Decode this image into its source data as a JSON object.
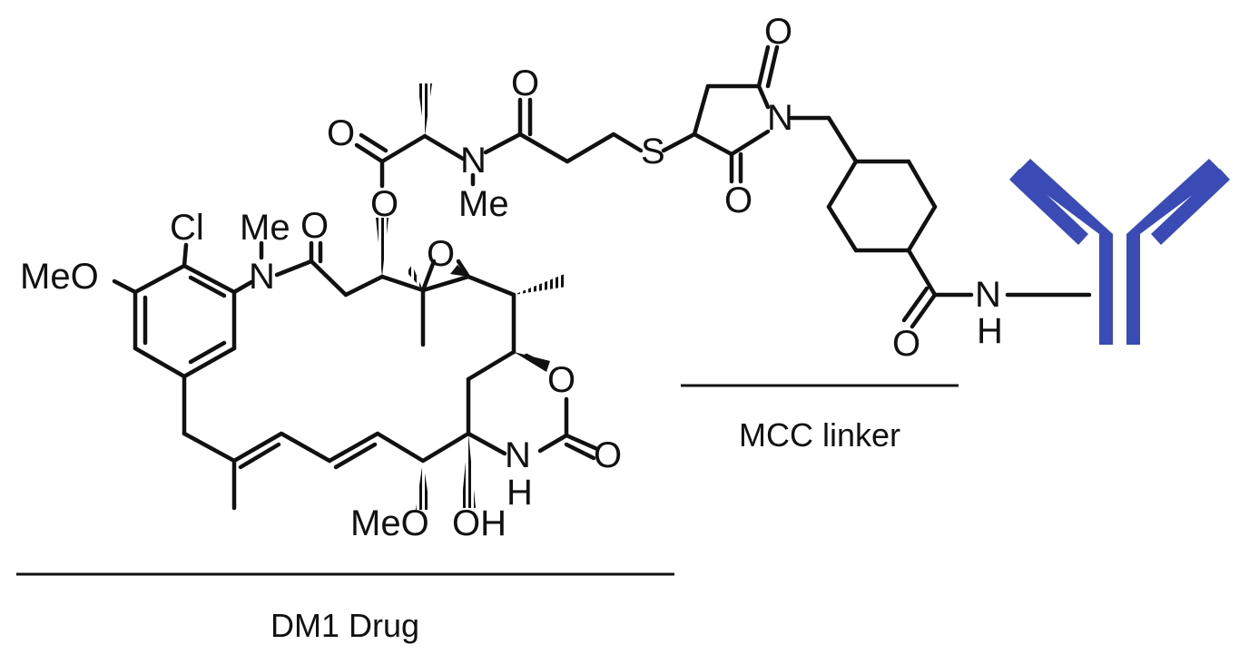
{
  "labels": {
    "drug": "DM1 Drug",
    "linker": "MCC linker"
  },
  "atoms": {
    "cl": "Cl",
    "meo_aryl": "MeO",
    "n_amide": "N",
    "me_amide": "Me",
    "o_amide": "O",
    "o_ester_carbonyl": "O",
    "o_ester": "O",
    "n_methyl": "N",
    "me_n": "Me",
    "o_propanoyl": "O",
    "s": "S",
    "o_succ_top": "O",
    "n_succ": "N",
    "o_succ_bottom": "O",
    "o_epoxide": "O",
    "o_carbamate_ring": "O",
    "o_carbamate": "O",
    "nh_n": "N",
    "nh_h": "H",
    "meo_lower": "MeO",
    "oh": "OH",
    "o_cyclohexyl_amide": "O",
    "nh_link_n": "N",
    "nh_link_h": "H"
  },
  "colors": {
    "ink": "#111111",
    "antibody": "#3a4bb5"
  },
  "icons": {
    "antibody": "antibody-y-shape-icon"
  }
}
